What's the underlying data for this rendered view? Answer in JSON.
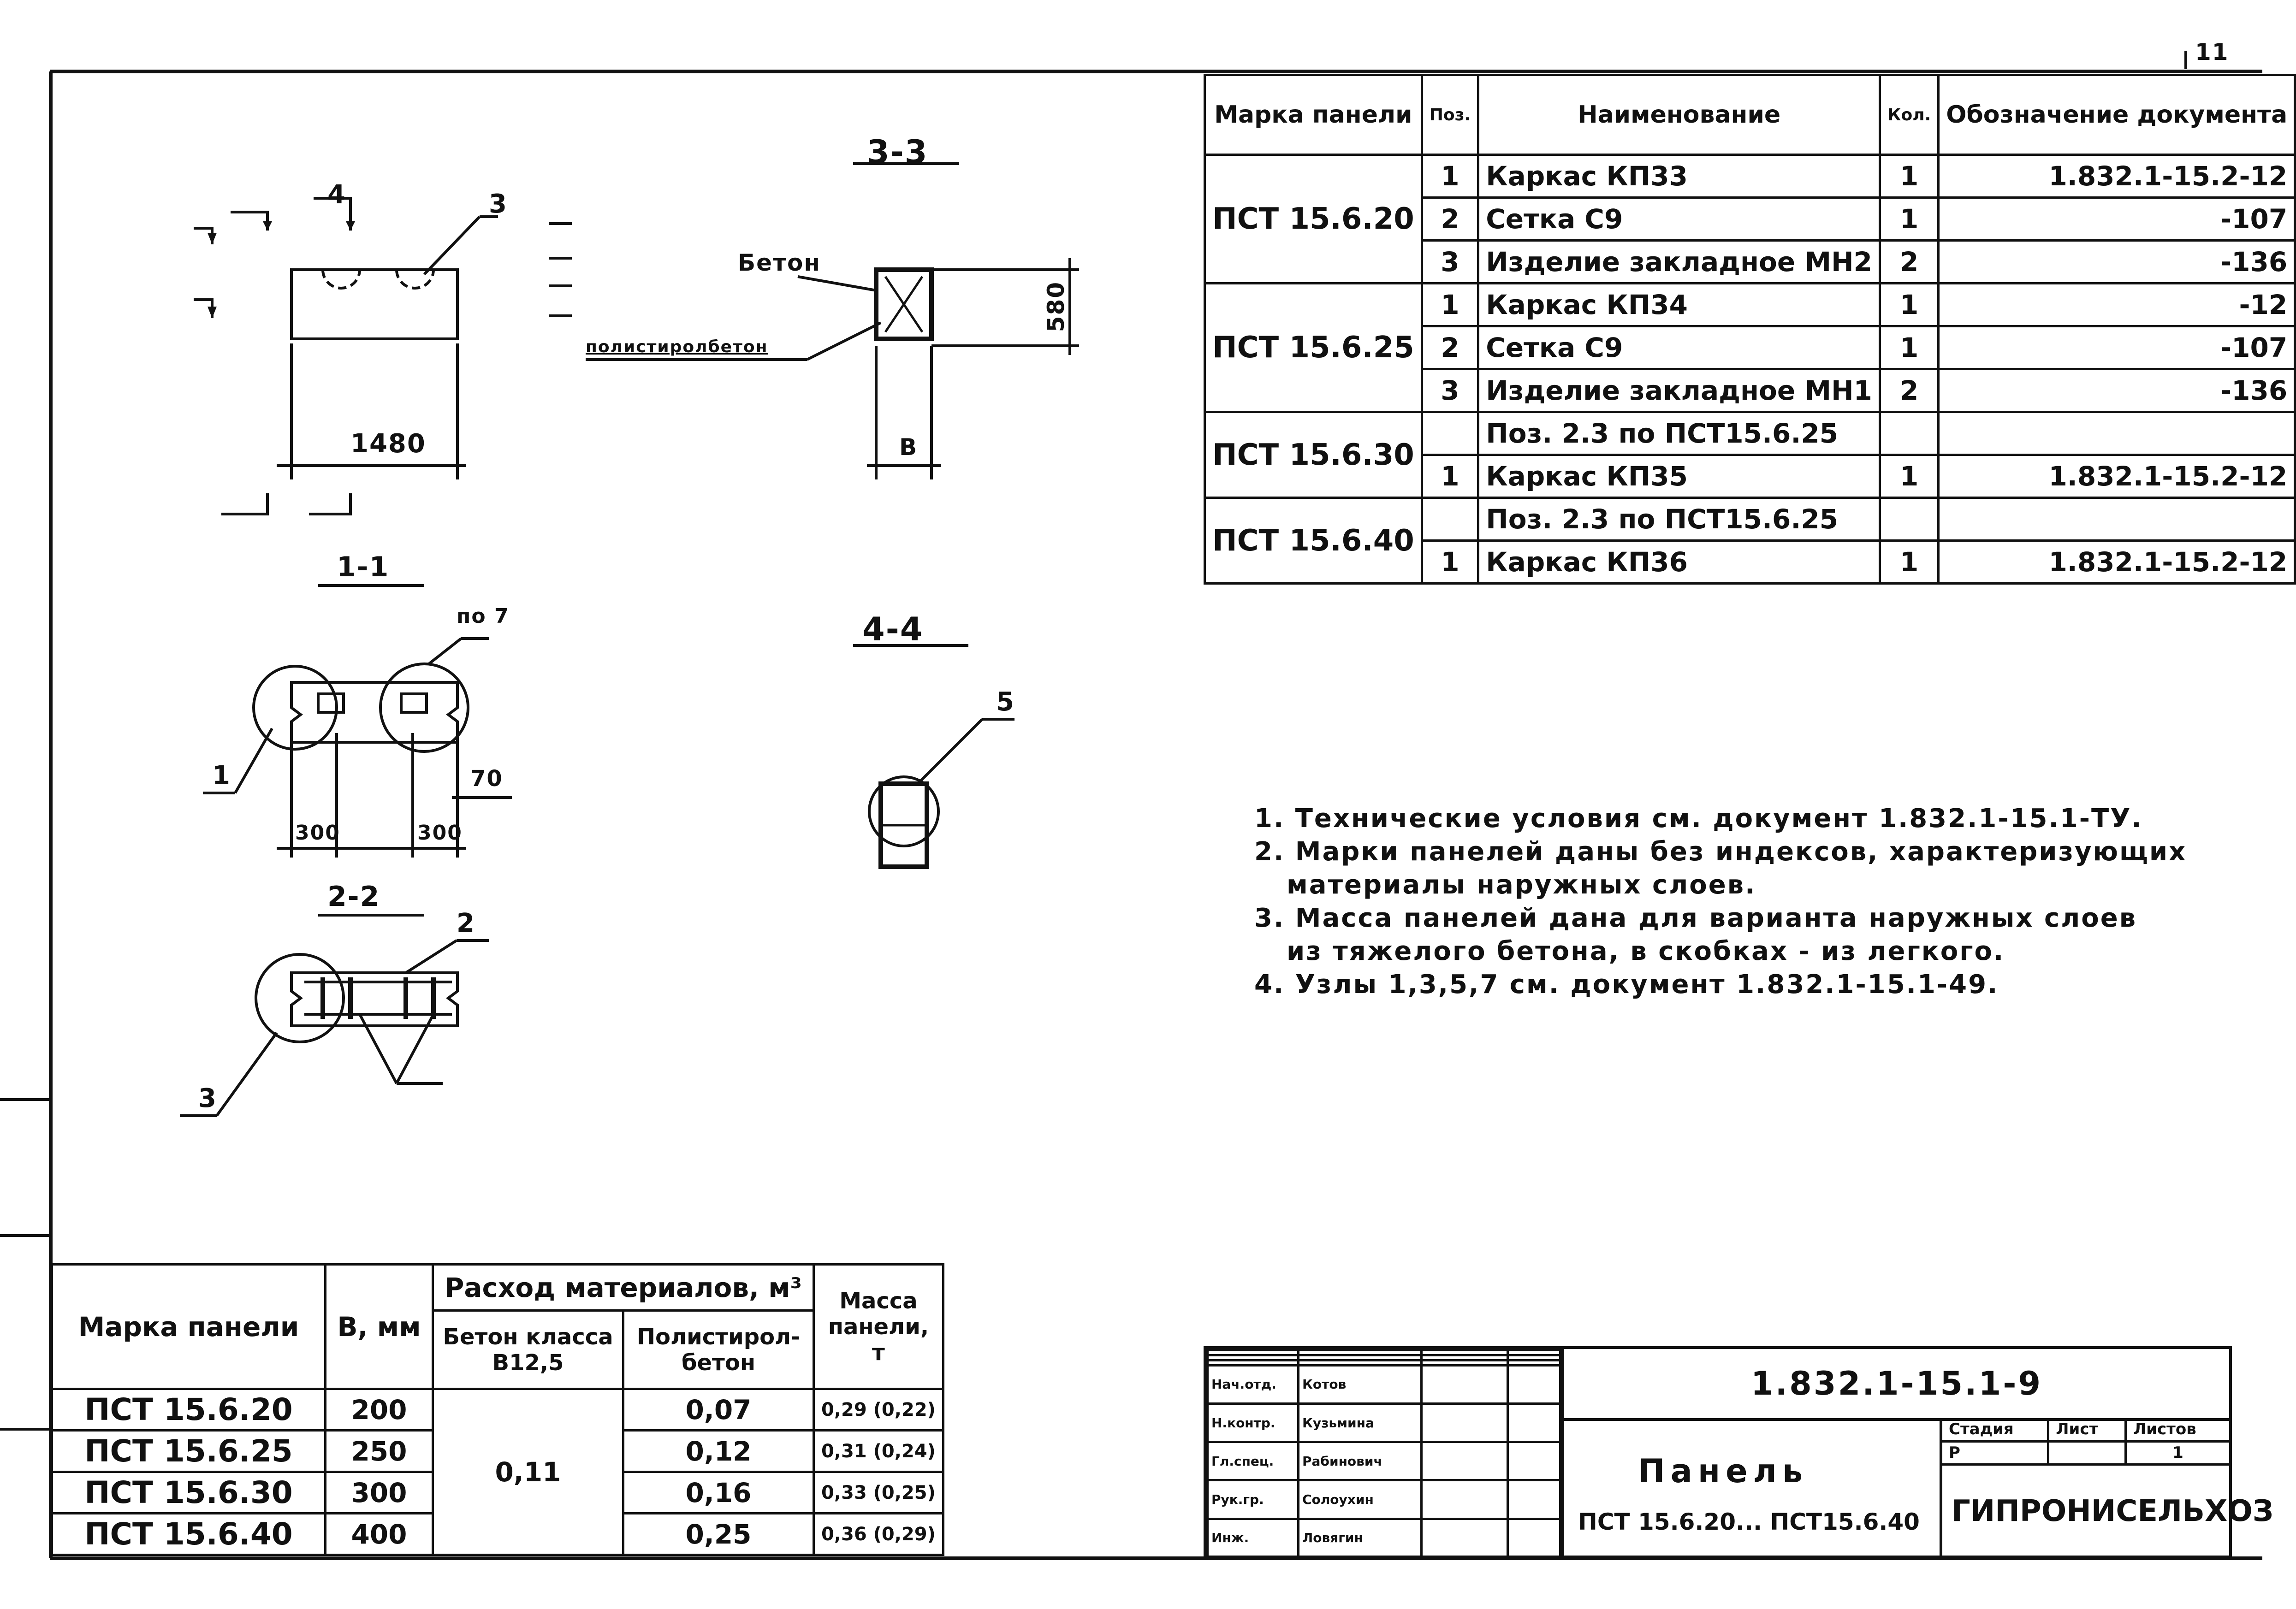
{
  "sheet_number": "11",
  "drawing": {
    "section_3_3": "3-3",
    "section_1_1": "1-1",
    "section_2_2": "2-2",
    "section_4_4": "4-4",
    "label_beton": "Бетон",
    "label_polystyrol": "полистиролбетон",
    "dim_1480": "1480",
    "dim_580": "580",
    "dim_b": "B",
    "dim_300_a": "300",
    "dim_300_b": "300",
    "dim_70": "70",
    "callout_no7": "по 7",
    "callout_1": "1",
    "callout_2": "2",
    "callout_3": "3",
    "callout_4": "4",
    "callout_5": "5"
  },
  "spec_table": {
    "headers": [
      "Марка панели",
      "Поз.",
      "Наименование",
      "Кол.",
      "Обозначение документа"
    ],
    "rows": [
      {
        "mark": "ПСТ 15.6.20",
        "pos": "1",
        "name": "Каркас КП33",
        "qty": "1",
        "doc": "1.832.1-15.2-12"
      },
      {
        "mark": "",
        "pos": "2",
        "name": "Сетка С9",
        "qty": "1",
        "doc": "-107"
      },
      {
        "mark": "",
        "pos": "3",
        "name": "Изделие закладное МН2",
        "qty": "2",
        "doc": "-136"
      },
      {
        "mark": "ПСТ 15.6.25",
        "pos": "1",
        "name": "Каркас КП34",
        "qty": "1",
        "doc": "-12"
      },
      {
        "mark": "",
        "pos": "2",
        "name": "Сетка С9",
        "qty": "1",
        "doc": "-107"
      },
      {
        "mark": "",
        "pos": "3",
        "name": "Изделие закладное МН1",
        "qty": "2",
        "doc": "-136"
      },
      {
        "mark": "ПСТ 15.6.30",
        "pos": "",
        "name": "Поз. 2.3 по ПСТ15.6.25",
        "qty": "",
        "doc": ""
      },
      {
        "mark": "",
        "pos": "1",
        "name": "Каркас КП35",
        "qty": "1",
        "doc": "1.832.1-15.2-12"
      },
      {
        "mark": "ПСТ 15.6.40",
        "pos": "",
        "name": "Поз. 2.3 по ПСТ15.6.25",
        "qty": "",
        "doc": ""
      },
      {
        "mark": "",
        "pos": "1",
        "name": "Каркас КП36",
        "qty": "1",
        "doc": "1.832.1-15.2-12"
      }
    ]
  },
  "notes": [
    "1. Технические условия см. документ 1.832.1-15.1-ТУ.",
    "2. Марки панелей даны без индексов, характеризующих",
    "материалы наружных слоев.",
    "3. Масса панелей дана для варианта наружных слоев",
    "из тяжелого бетона, в скобках - из легкого.",
    "4. Узлы 1,3,5,7 см. документ 1.832.1-15.1-49."
  ],
  "materials_table": {
    "h_mark": "Марка панели",
    "h_b": "B, мм",
    "h_consumption": "Расход материалов, м³",
    "h_beton": "Бетон класса В12,5",
    "h_polystyrol": "Полистирол-бетон",
    "h_mass": "Масса панели, т",
    "beton_value": "0,11",
    "rows": [
      {
        "mark": "ПСТ 15.6.20",
        "b": "200",
        "poly": "0,07",
        "mass": "0,29 (0,22)"
      },
      {
        "mark": "ПСТ 15.6.25",
        "b": "250",
        "poly": "0,12",
        "mass": "0,31 (0,24)"
      },
      {
        "mark": "ПСТ 15.6.30",
        "b": "300",
        "poly": "0,16",
        "mass": "0,33 (0,25)"
      },
      {
        "mark": "ПСТ 15.6.40",
        "b": "400",
        "poly": "0,25",
        "mass": "0,36 (0,29)"
      }
    ]
  },
  "title_block": {
    "code": "1.832.1-15.1-9",
    "title": "Панель",
    "subtitle": "ПСТ 15.6.20... ПСТ15.6.40",
    "stage_label": "Стадия",
    "sheet_label": "Лист",
    "sheets_label": "Листов",
    "stage_value": "Р",
    "sheets_value": "1",
    "org": "ГИПРОНИСЕЛЬХОЗ",
    "staff": [
      {
        "role": "Нач.отд.",
        "name": "Котов"
      },
      {
        "role": "Н.контр.",
        "name": "Кузьмина"
      },
      {
        "role": "Гл.спец.",
        "name": "Рабинович"
      },
      {
        "role": "Рук.гр.",
        "name": "Солоухин"
      },
      {
        "role": "Инж.",
        "name": "Ловягин"
      }
    ]
  }
}
